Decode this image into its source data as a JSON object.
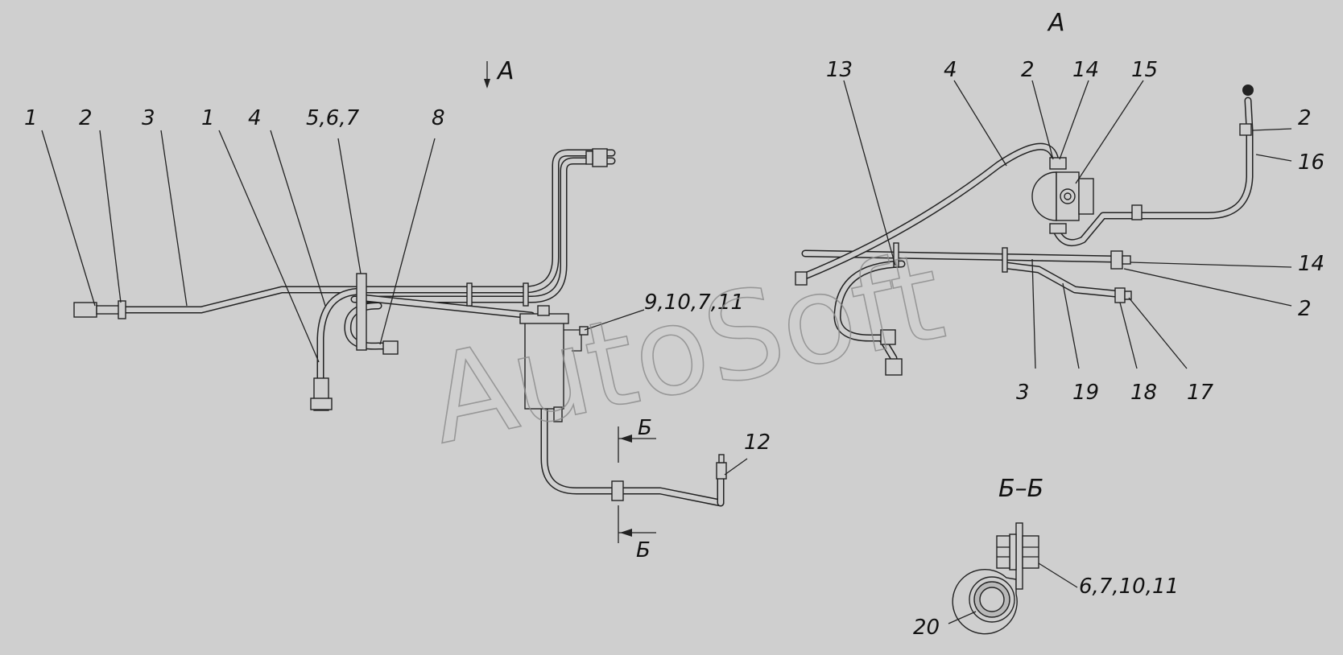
{
  "watermark": "AutoSoft",
  "main_view": {
    "view_arrow_label": "А",
    "callouts": [
      "1",
      "2",
      "3",
      "1",
      "4",
      "5,6,7",
      "8",
      "9,10,7,11",
      "12"
    ],
    "section_labels": [
      "Б",
      "Б"
    ]
  },
  "view_a": {
    "title": "А",
    "callouts": [
      "13",
      "4",
      "2",
      "14",
      "15",
      "2",
      "16",
      "14",
      "2",
      "3",
      "19",
      "18",
      "17"
    ]
  },
  "section_bb": {
    "title": "Б–Б",
    "callouts": [
      "6,7,10,11",
      "20"
    ]
  }
}
